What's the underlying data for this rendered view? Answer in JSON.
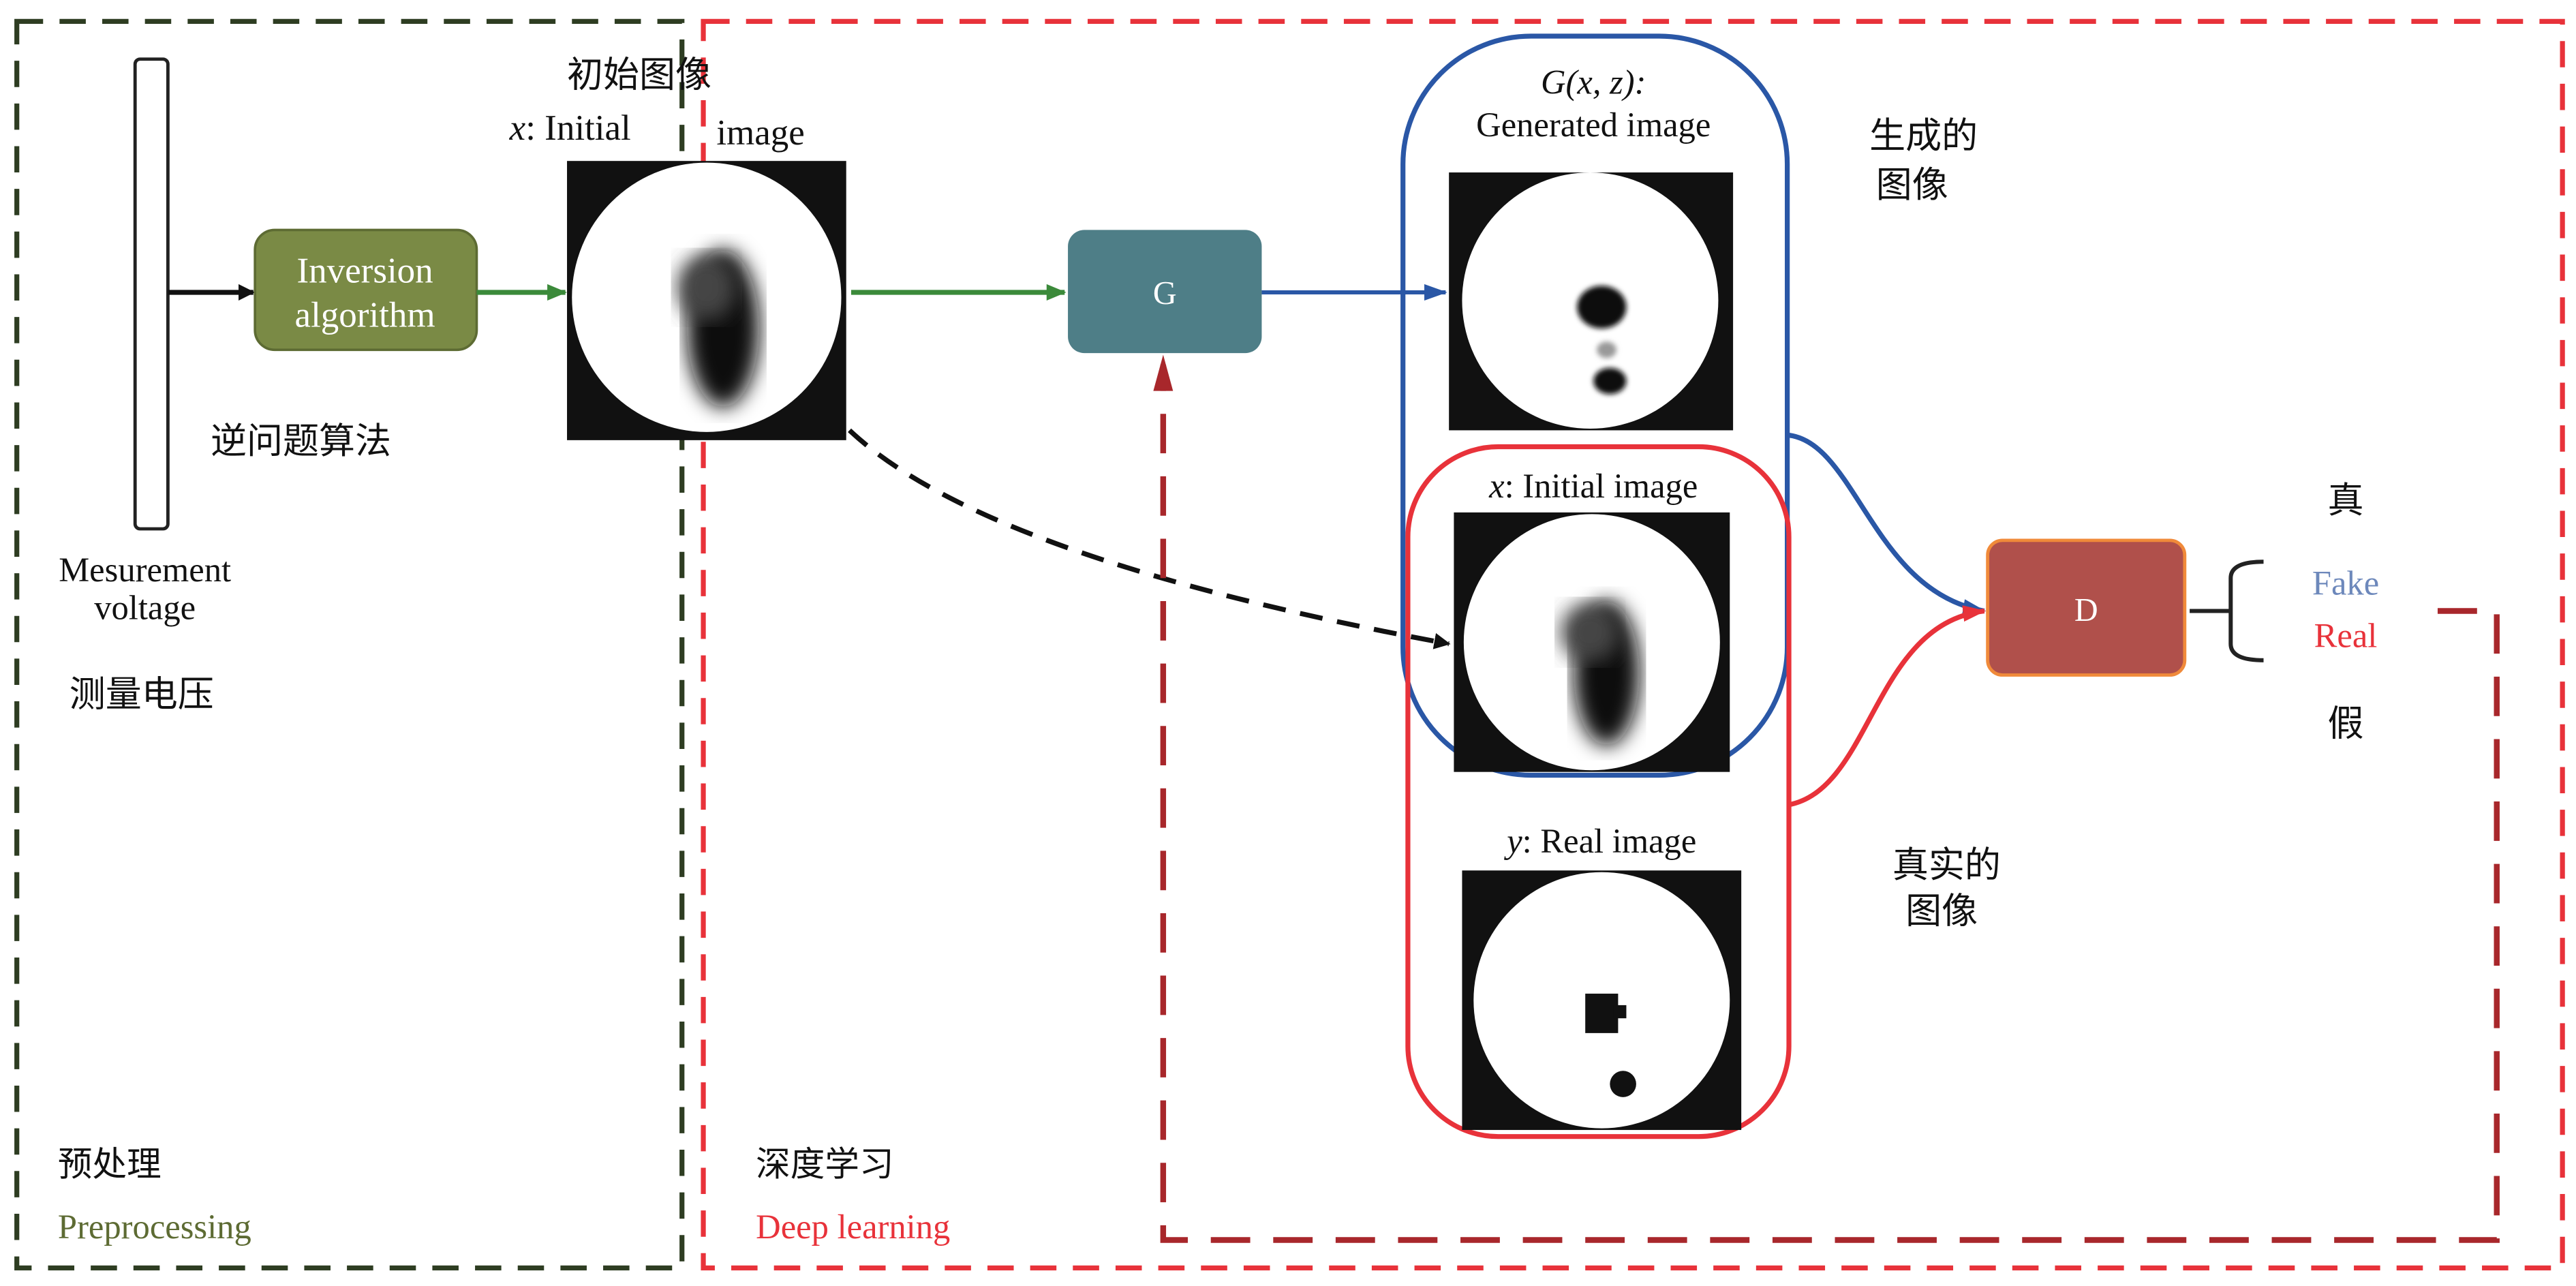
{
  "regions": {
    "preprocessing": {
      "label_cn": "预处理",
      "label_en": "Preprocessing"
    },
    "deep_learning": {
      "label_cn": "深度学习",
      "label_en": "Deep learning"
    }
  },
  "measurement": {
    "label_en_1": "Mesurement",
    "label_en_2": "voltage",
    "label_cn": "测量电压"
  },
  "inversion": {
    "label_1": "Inversion",
    "label_2": "algorithm",
    "label_cn": "逆问题算法"
  },
  "initial_image": {
    "label_cn": "初始图像",
    "label_var": "x",
    "label_part1": ": Initial",
    "label_part2": "image"
  },
  "generator": {
    "label": "G"
  },
  "generated_image": {
    "label_line1": "G(x, z):",
    "label_line2": "Generated image",
    "label_cn_1": "生成的",
    "label_cn_2": "图像"
  },
  "initial_image_2": {
    "label_var": "x",
    "label": ": Initial image"
  },
  "real_image": {
    "label_var": "y",
    "label": ": Real image",
    "label_cn_1": "真实的",
    "label_cn_2": "图像"
  },
  "discriminator": {
    "label": "D"
  },
  "outputs": {
    "true_cn": "真",
    "fake": "Fake",
    "real": "Real",
    "false_cn": "假"
  },
  "colors": {
    "preprocess": "#2e3d22",
    "deep": "#e8323a",
    "inversion": "#7a8a45",
    "g": "#4e7e87",
    "d": "#b0504b",
    "blue": "#2a57a6",
    "fake": "#6d88bb",
    "feedback": "#a8272b"
  }
}
